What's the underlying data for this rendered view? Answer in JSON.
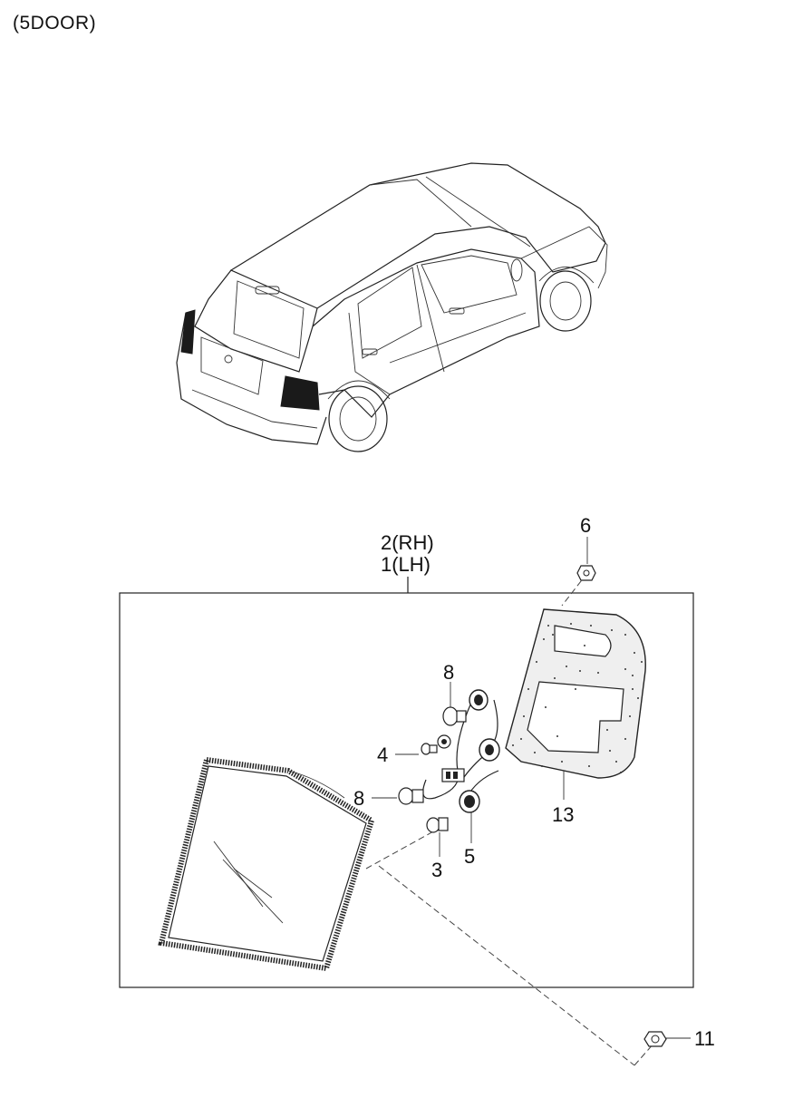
{
  "variant": "(5DOOR)",
  "callouts": {
    "assembly_rh": "2(RH)",
    "assembly_lh": "1(LH)",
    "bulb_tail": "8",
    "bulb_small": "4",
    "bulb_stop": "8",
    "bulb_turn": "3",
    "socket": "5",
    "gasket": "13",
    "nut_top": "6",
    "nut_bottom": "11"
  }
}
